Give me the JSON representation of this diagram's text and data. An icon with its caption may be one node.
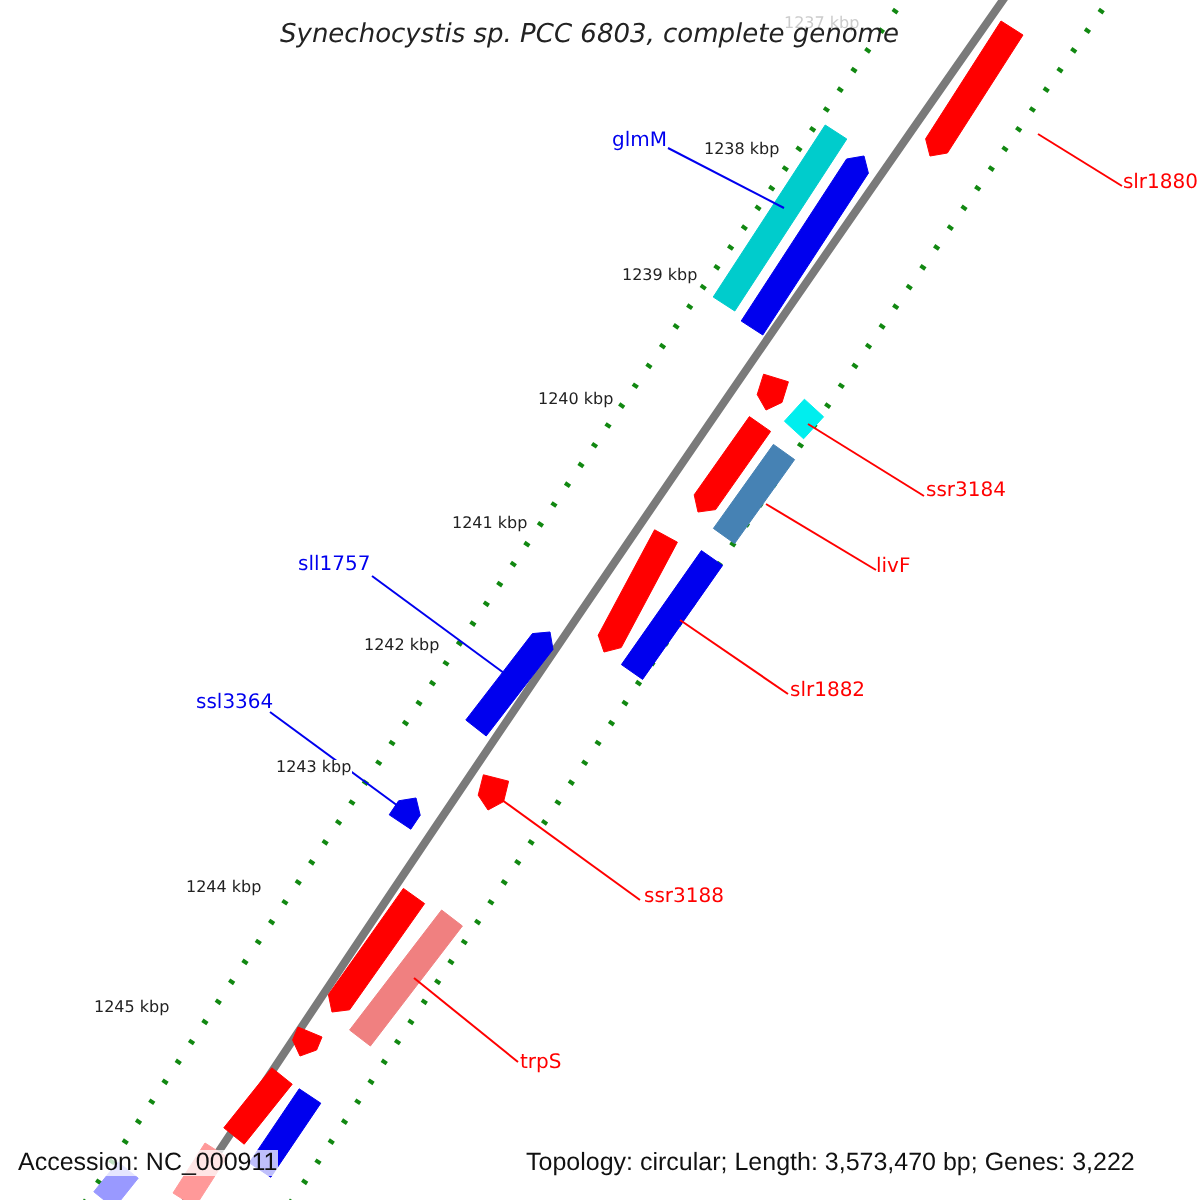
{
  "diagram": {
    "title": "Synechocystis sp. PCC 6803, complete genome",
    "nodes": [
      {
        "text": [
          "glmM"
        ]
      },
      {
        "text": [
          "slr1880"
        ]
      },
      {
        "text": [
          "ssr3184"
        ]
      },
      {
        "text": [
          "livF"
        ]
      },
      {
        "text": [
          "sll1757"
        ]
      },
      {
        "text": [
          "slr1882"
        ]
      },
      {
        "text": [
          "ssl3364"
        ]
      },
      {
        "text": [
          "ssr3188"
        ]
      },
      {
        "text": [
          "trpS"
        ]
      },
      {
        "text": [],
        "shape": "bar"
      },
      {
        "text": [],
        "shape": "bar"
      },
      {
        "text": [],
        "shape": "bar"
      },
      {
        "text": [],
        "shape": "bar"
      },
      {
        "text": [],
        "shape": "bar"
      },
      {
        "text": [],
        "shape": "bar"
      },
      {
        "text": [],
        "shape": "bar"
      },
      {
        "text": [],
        "shape": "bar"
      },
      {
        "text": [],
        "shape": "bar"
      },
      {
        "text": [],
        "shape": "bar"
      },
      {
        "text": [],
        "shape": "bar"
      },
      {
        "text": [],
        "shape": "bar"
      },
      {
        "text": [],
        "shape": "bar"
      },
      {
        "text": [],
        "shape": "bar"
      },
      {
        "text": [],
        "shape": "bar"
      },
      {
        "text": [],
        "shape": "bar"
      },
      {
        "text": [],
        "shape": "bar"
      },
      {
        "text": [],
        "shape": "bar"
      },
      {
        "text": [],
        "shape": "bar"
      }
    ],
    "edges": [
      {
        "from": 0,
        "to": 10,
        "arrow": "none",
        "color": "#0000ee"
      },
      {
        "from": 1,
        "to": 9,
        "arrow": "none"
      },
      {
        "from": 2,
        "to": 13,
        "arrow": "none"
      },
      {
        "from": 3,
        "to": 15,
        "arrow": "none"
      },
      {
        "from": 4,
        "to": 18,
        "arrow": "none",
        "color": "#0000ee"
      },
      {
        "from": 5,
        "to": 17,
        "arrow": "none"
      },
      {
        "from": 6,
        "to": 20,
        "arrow": "none",
        "color": "#0000ee"
      },
      {
        "from": 7,
        "to": 19,
        "arrow": "none"
      },
      {
        "from": 8,
        "to": 22,
        "arrow": "none"
      }
    ],
    "labels": [
      "1237 kbp",
      "1238 kbp",
      "1239 kbp",
      "1240 kbp",
      "1241 kbp",
      "1242 kbp",
      "1243 kbp",
      "1244 kbp",
      "1245 kbp",
      "Accession: NC_000911",
      "Topology: circular; Length: 3,573,470 bp; Genes: 3,222"
    ]
  }
}
